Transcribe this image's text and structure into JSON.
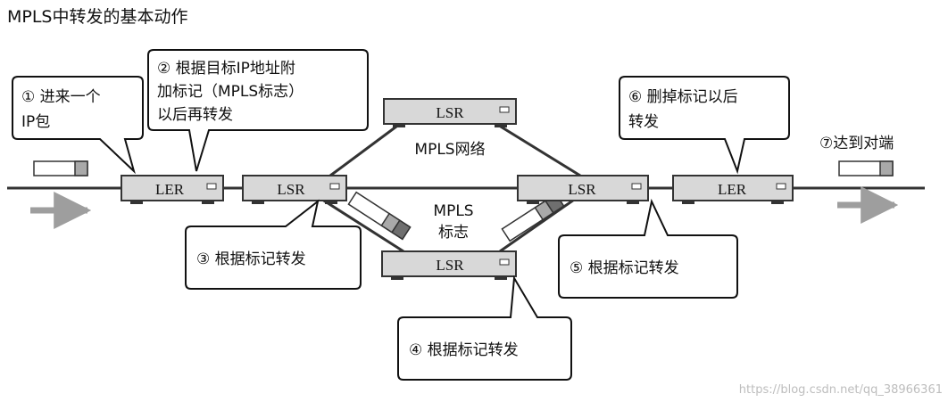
{
  "title": "MPLS中转发的基本动作",
  "devices": {
    "ler_left": "LER",
    "lsr_left": "LSR",
    "lsr_top": "LSR",
    "lsr_right": "LSR",
    "lsr_bottom": "LSR",
    "ler_right": "LER"
  },
  "network_label": "MPLS网络",
  "tag_label": [
    "MPLS",
    "标志"
  ],
  "callouts": {
    "step1": [
      "① 进来一个",
      "IP包"
    ],
    "step2": [
      "② 根据目标IP地址附",
      "加标记（MPLS标志）",
      "以后再转发"
    ],
    "step3": [
      "③ 根据标记转发"
    ],
    "step4": [
      "④ 根据标记转发"
    ],
    "step5": [
      "⑤ 根据标记转发"
    ],
    "step6": [
      "⑥ 删掉标记以后",
      "转发"
    ],
    "step7": "⑦达到对端"
  },
  "colors": {
    "device_fill": "#d8d8d8",
    "line": "#333333",
    "arrow": "#9e9e9e",
    "packet_tag": "#a9a9a9"
  },
  "watermark": "https://blog.csdn.net/qq_38966361"
}
